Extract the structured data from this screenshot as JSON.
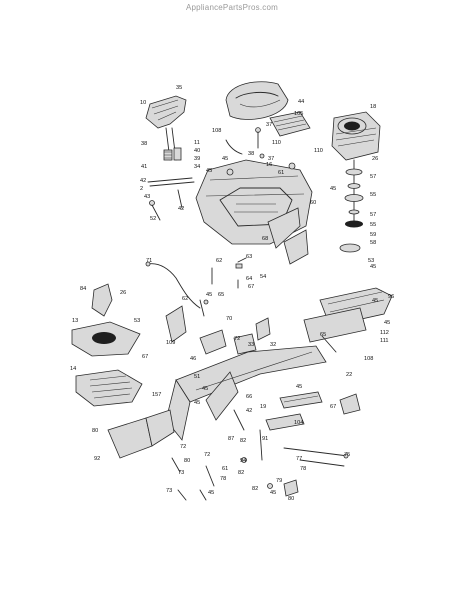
{
  "watermark": "AppliancePartsPros.com",
  "labels": [
    "35",
    "10",
    "11",
    "40",
    "39",
    "34",
    "38",
    "41",
    "45",
    "42",
    "2",
    "43",
    "52",
    "42",
    "108",
    "37",
    "37",
    "44",
    "105",
    "110",
    "38",
    "18",
    "110",
    "26",
    "45",
    "16",
    "61",
    "57",
    "55",
    "45",
    "60",
    "57",
    "55",
    "59",
    "58",
    "71",
    "62",
    "63",
    "64",
    "65",
    "67",
    "54",
    "68",
    "53",
    "45",
    "96",
    "45",
    "112",
    "111",
    "108",
    "45",
    "65",
    "84",
    "26",
    "53",
    "13",
    "67",
    "109",
    "62",
    "45",
    "70",
    "72",
    "33",
    "32",
    "14",
    "46",
    "51",
    "45",
    "157",
    "45",
    "66",
    "45",
    "42",
    "19",
    "104",
    "91",
    "82",
    "22",
    "67",
    "80",
    "92",
    "72",
    "80",
    "72",
    "87",
    "94",
    "78",
    "61",
    "82",
    "79",
    "73",
    "45",
    "73",
    "82",
    "80",
    "75",
    "77",
    "78",
    "45"
  ]
}
